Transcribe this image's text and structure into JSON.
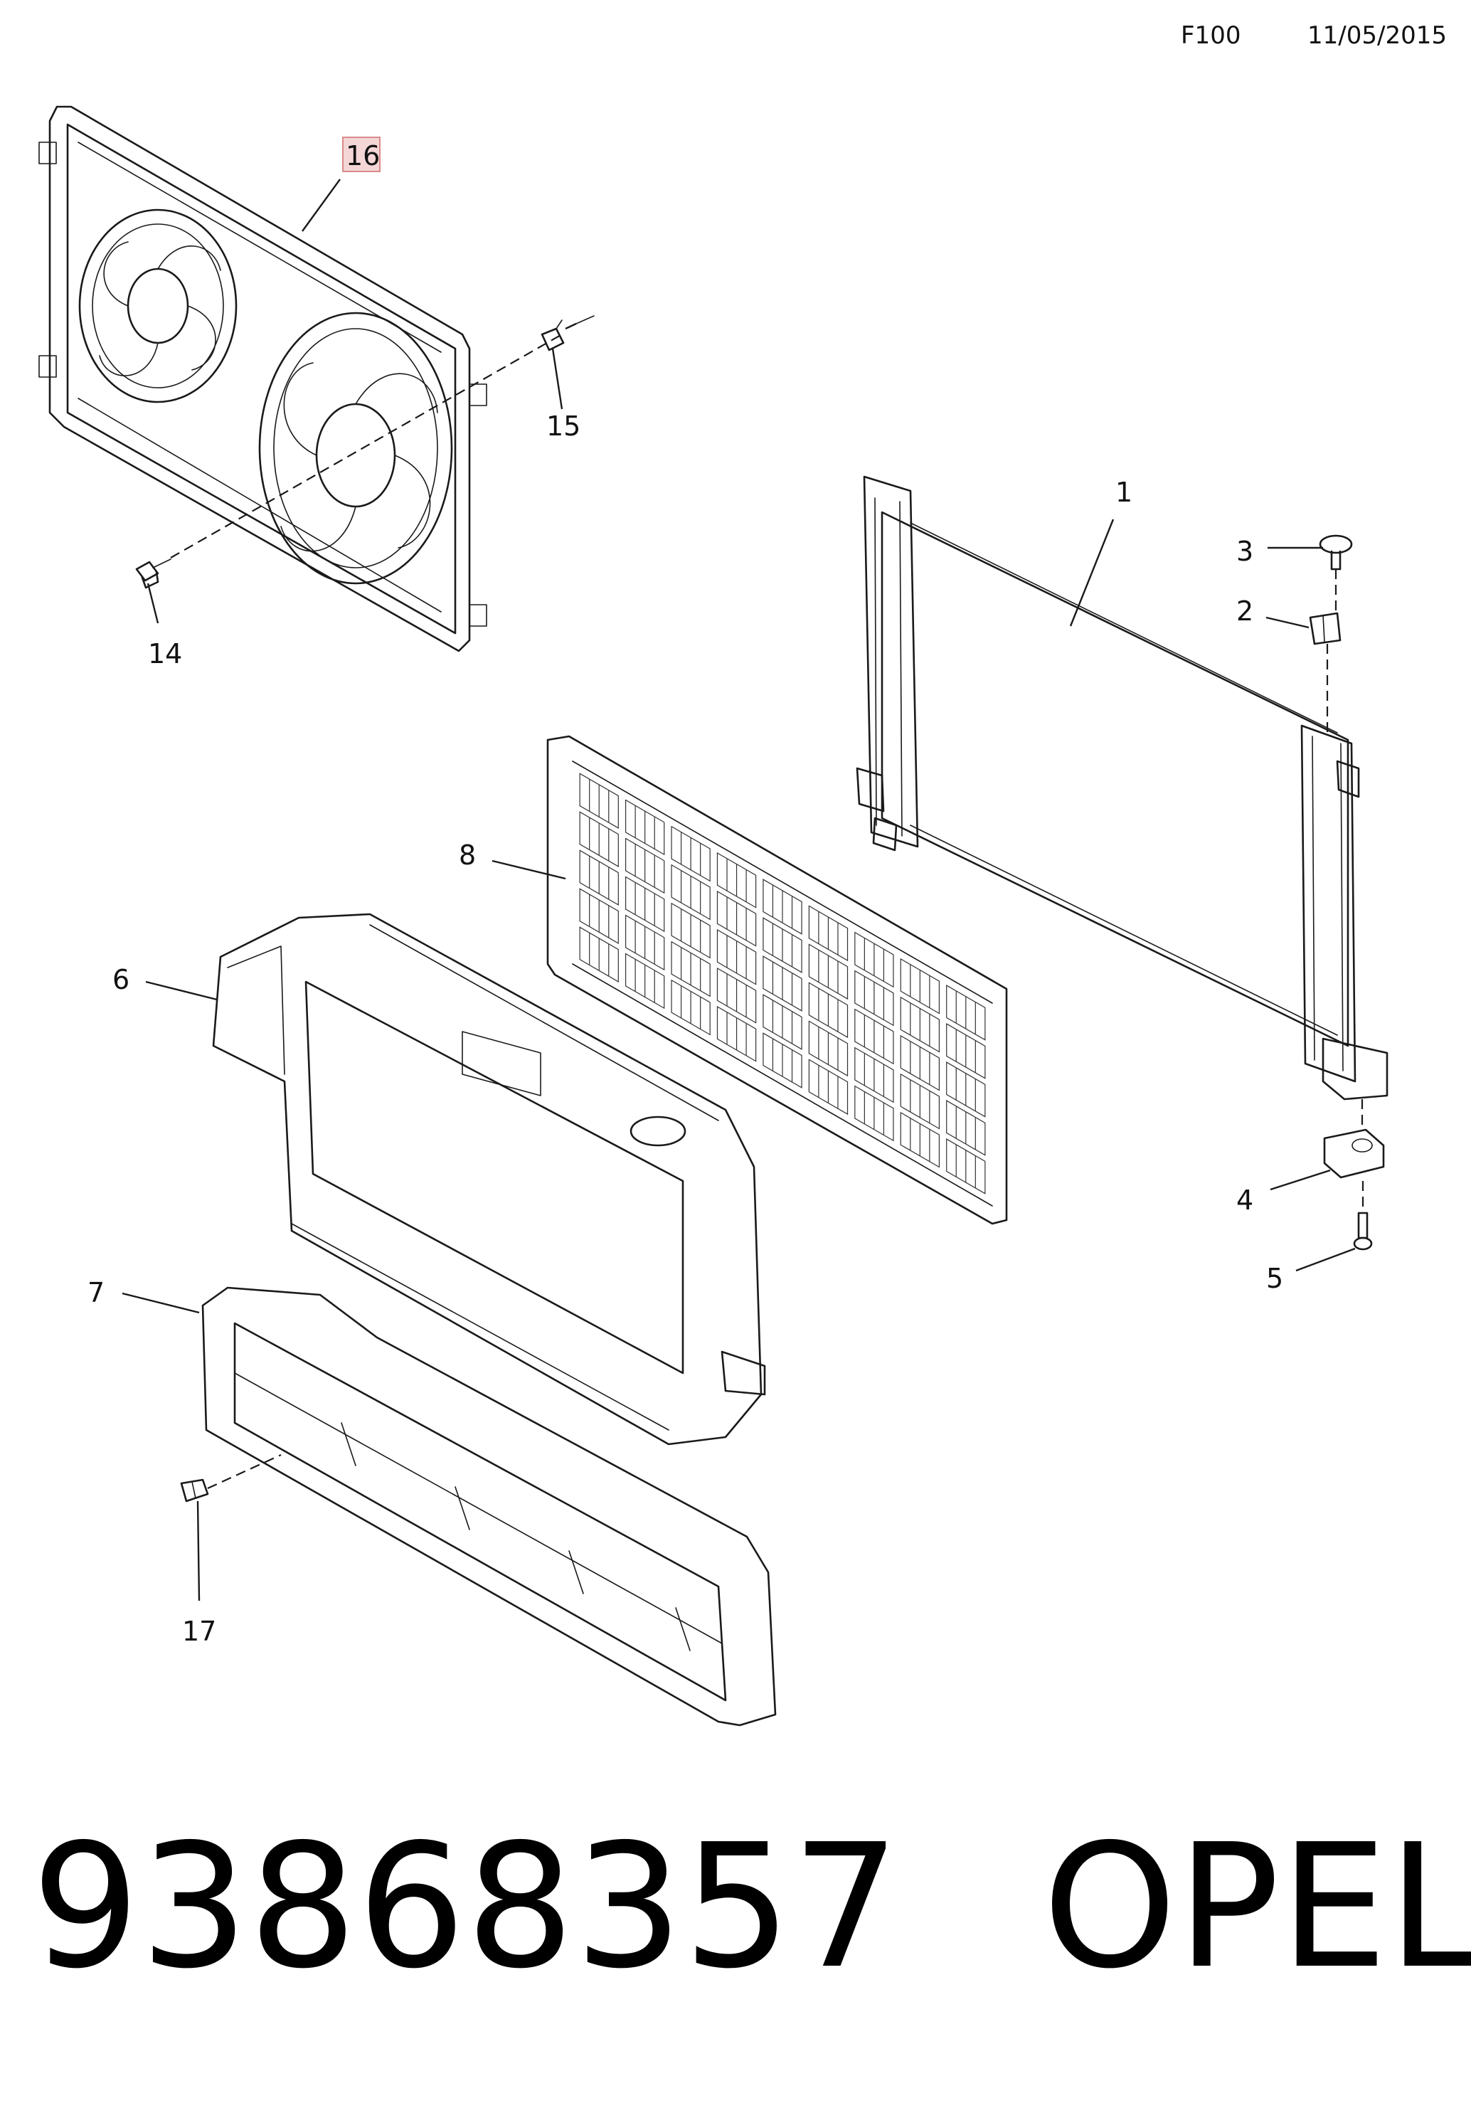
{
  "header": {
    "code": "F100",
    "date": "11/05/2015"
  },
  "callouts": {
    "c1": "1",
    "c2": "2",
    "c3": "3",
    "c4": "4",
    "c5": "5",
    "c6": "6",
    "c7": "7",
    "c8": "8",
    "c14": "14",
    "c15": "15",
    "c16": "16",
    "c17": "17"
  },
  "highlight": {
    "callout": "16",
    "fill": "#f4d6d6",
    "stroke": "#d98a8a"
  },
  "footer": {
    "part_number": "93868357",
    "brand": "OPEL"
  }
}
